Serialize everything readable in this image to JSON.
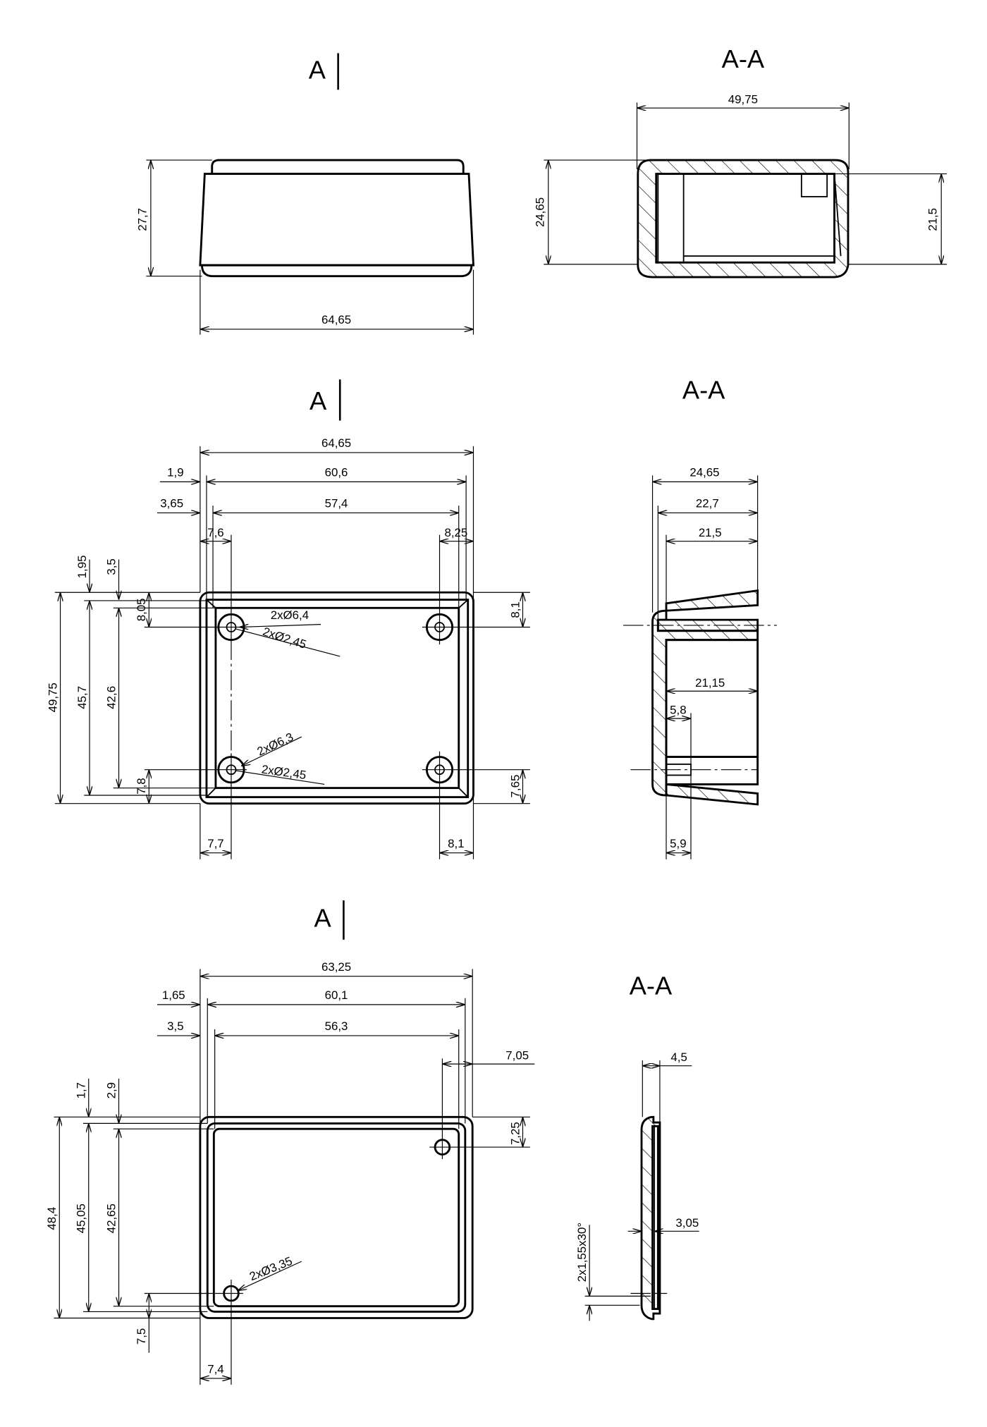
{
  "view1": {
    "marker": "A",
    "section_title": "A-A",
    "height": "27,7",
    "width": "64,65",
    "section_width": "49,75",
    "section_height": "24,65",
    "section_inner_height": "21,5"
  },
  "view2": {
    "marker": "A",
    "section_title": "A-A",
    "overall_width": "64,65",
    "width_60": "60,6",
    "offset_left_1": "1,9",
    "width_57": "57,4",
    "offset_left_2": "3,65",
    "hole_left_x": "7,6",
    "hole_right_x": "8,25",
    "offset_top_1": "1,95",
    "offset_top_2": "3,5",
    "overall_height": "49,75",
    "height_45": "45,7",
    "height_42": "42,6",
    "hole_top_y": "8,05",
    "hole_bottom_y": "7,8",
    "hole_top_right_y": "8,1",
    "hole_bottom_right_y": "7,65",
    "hole_bottom_left_x": "7,7",
    "hole_bottom_right_x": "8,1",
    "callout_top_outer": "2xØ6,4",
    "callout_top_inner": "2xØ2,45",
    "callout_bottom_outer": "2xØ6,3",
    "callout_bottom_inner": "2xØ2,45",
    "section": {
      "depth_total": "24,65",
      "depth_2": "22,7",
      "depth_3": "21,5",
      "depth_inner": "21,15",
      "boss_top": "5,8",
      "boss_bottom": "5,9"
    }
  },
  "view3": {
    "marker": "A",
    "section_title": "A-A",
    "overall_width": "63,25",
    "width_60": "60,1",
    "offset_left_1": "1,65",
    "width_56": "56,3",
    "offset_left_2": "3,5",
    "hole_right_x": "7,05",
    "offset_top_1": "1,7",
    "offset_top_2": "2,9",
    "overall_height": "48,4",
    "height_45": "45,05",
    "height_42": "42,65",
    "hole_right_y": "7,25",
    "hole_left_y": "7,5",
    "hole_left_x": "7,4",
    "callout_holes": "2xØ3,35",
    "section": {
      "thickness_total": "4,5",
      "thickness": "3,05",
      "chamfer": "2x1,55x30°"
    }
  }
}
